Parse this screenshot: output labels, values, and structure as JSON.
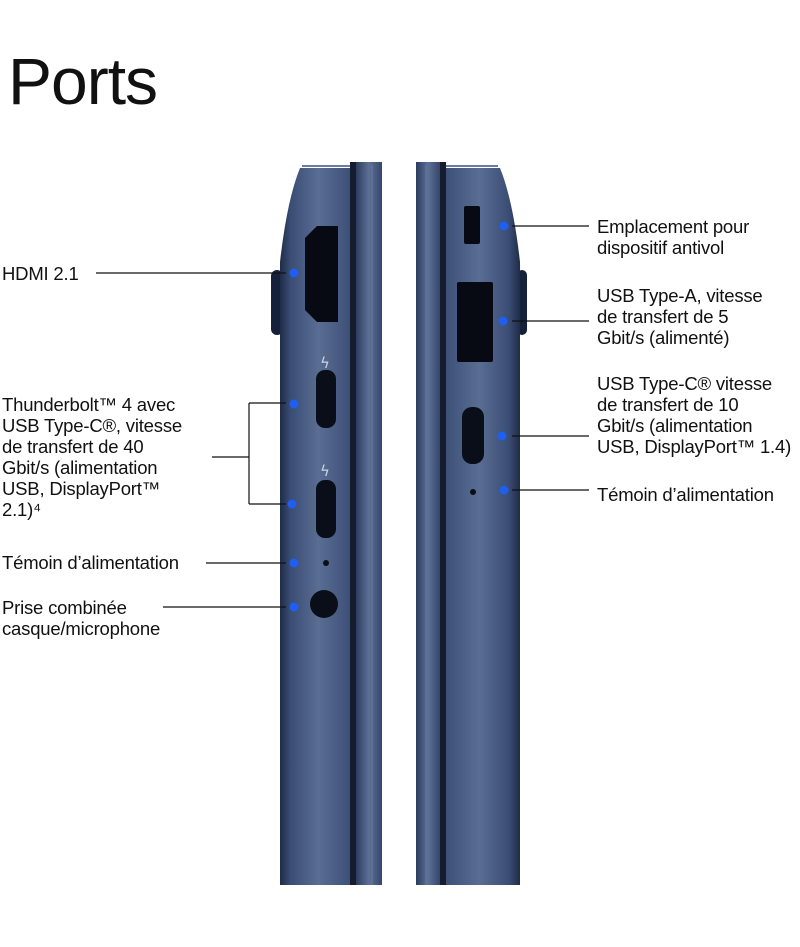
{
  "page": {
    "title": "Ports"
  },
  "colors": {
    "dot": "#1f5ef0",
    "device": "#34476c",
    "line": "#111111"
  },
  "left_labels": {
    "hdmi": "HDMI 2.1",
    "thunderbolt": [
      "Thunderbolt™ 4 avec",
      "USB Type-C®, vitesse",
      "de transfert de 40",
      "Gbit/s (alimentation",
      "USB, DisplayPort™",
      "2.1)⁴"
    ],
    "power_led": "Témoin d’alimentation",
    "combo_jack": [
      "Prise combinée",
      "casque/microphone"
    ]
  },
  "right_labels": {
    "lock_slot": [
      "Emplacement pour",
      "dispositif antivol"
    ],
    "usb_a": [
      "USB Type-A, vitesse",
      "de transfert de 5",
      "Gbit/s (alimenté)"
    ],
    "usb_c": [
      "USB Type-C® vitesse",
      "de transfert de 10",
      "Gbit/s (alimentation",
      "USB, DisplayPort™ 1.4)"
    ],
    "power_led": "Témoin d’alimentation"
  }
}
